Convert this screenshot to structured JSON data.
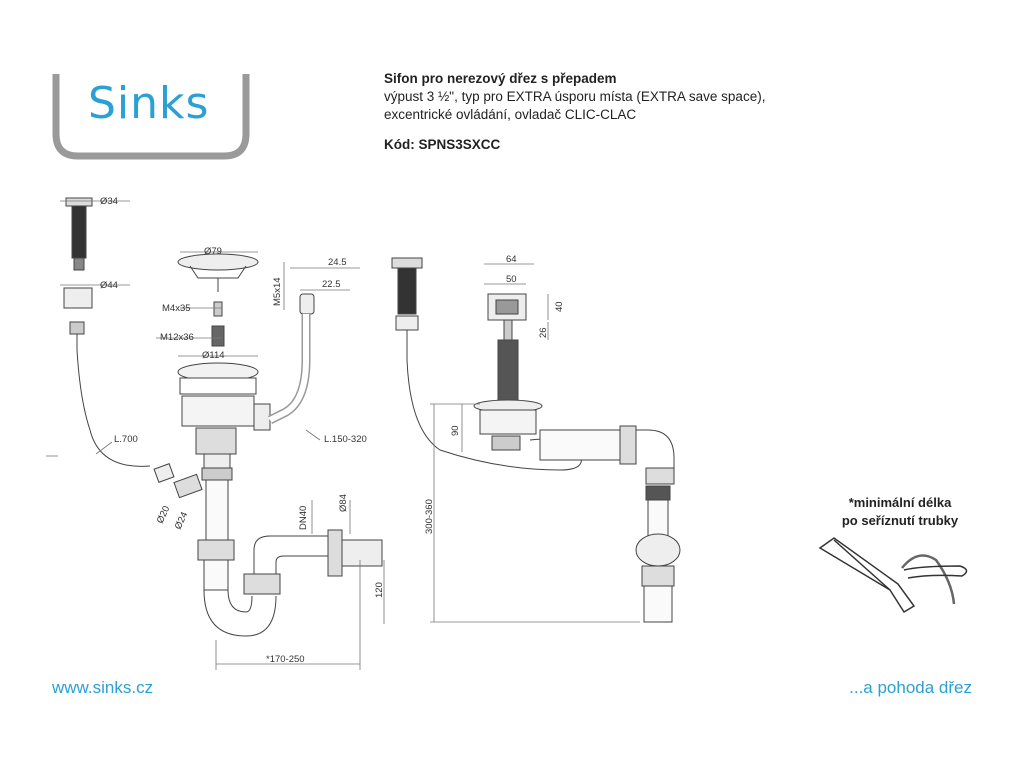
{
  "brand": {
    "logo_text": "Sinks",
    "website": "www.sinks.cz",
    "slogan": "...a pohoda dřez",
    "accent_color": "#2aa0d6",
    "frame_color": "#9a9a9a"
  },
  "header": {
    "line1": "Sifon pro nerezový dřez s přepadem",
    "line2": "výpust 3 ½\", typ pro EXTRA úsporu místa (EXTRA save space),",
    "line3": "excentrické ovládání, ovladač CLIC-CLAC",
    "code": "Kód: SPNS3SXCC"
  },
  "dimensions": {
    "d34": "Ø34",
    "d44": "Ø44",
    "d79": "Ø79",
    "m4x35": "M4x35",
    "m12x36": "M12x36",
    "d114": "Ø114",
    "m5x14": "M5x14",
    "d24_5": "24.5",
    "d22_5": "22.5",
    "l700": "L.700",
    "l150_320": "L.150-320",
    "d20": "Ø20",
    "d24": "Ø24",
    "dn40": "DN40",
    "d84": "Ø84",
    "h120": "120",
    "w170_250": "*170-250",
    "w64": "64",
    "w50": "50",
    "h40": "40",
    "h26": "26",
    "h90": "90",
    "h300_360": "300-360"
  },
  "note": {
    "line1": "*minimální délka",
    "line2": "po seříznutí trubky"
  }
}
